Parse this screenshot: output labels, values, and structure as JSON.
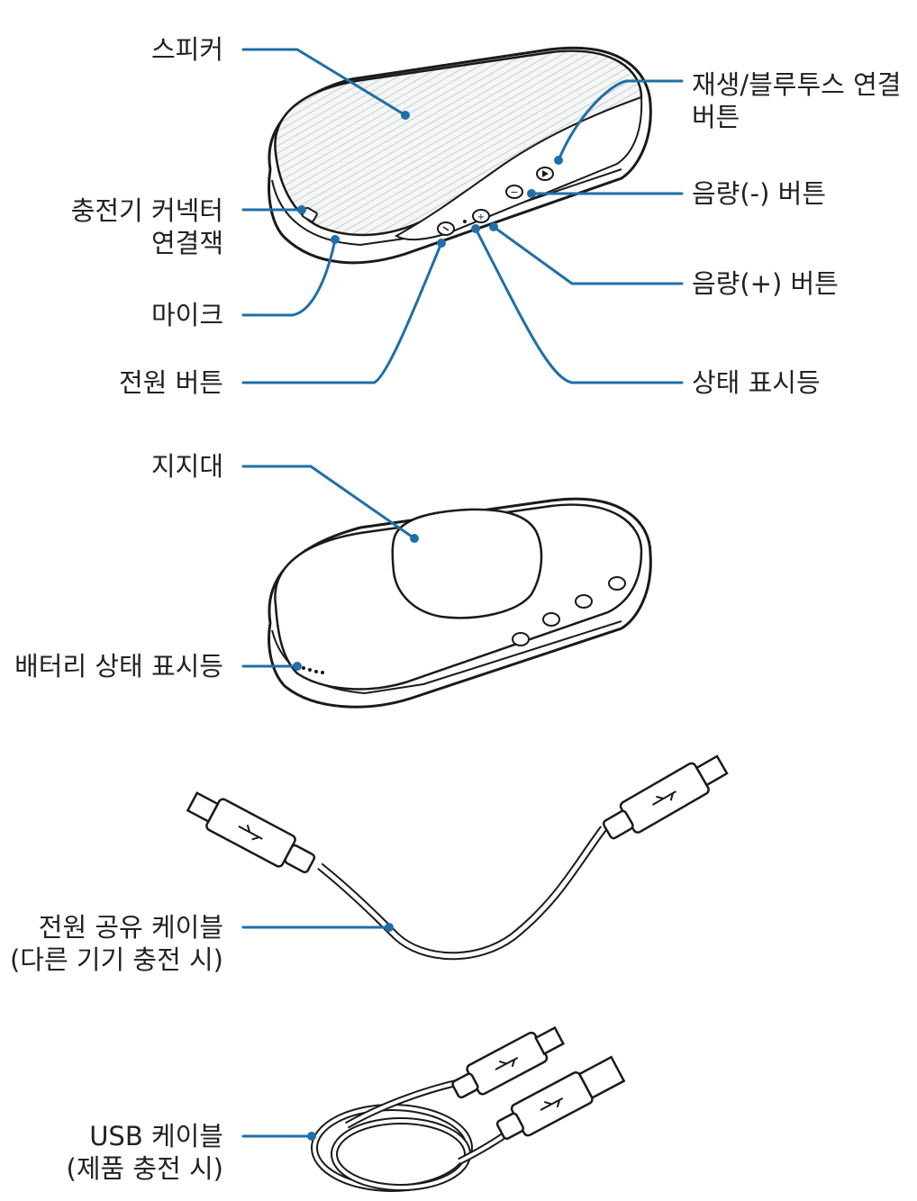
{
  "colors": {
    "leader": "#1f6fa8",
    "outline": "#1a1a1a",
    "text": "#222222"
  },
  "labels": {
    "speaker": [
      "스피커"
    ],
    "play_bluetooth": [
      "재생/블루투스 연결",
      "버튼"
    ],
    "charger_jack": [
      "충전기 커넥터",
      "연결잭"
    ],
    "volume_down": [
      "음량(-) 버튼"
    ],
    "volume_up": [
      "음량(+) 버튼"
    ],
    "mic": [
      "마이크"
    ],
    "power_button": [
      "전원 버튼"
    ],
    "status_led": [
      "상태 표시등"
    ],
    "stand": [
      "지지대"
    ],
    "battery_led": [
      "배터리 상태 표시등"
    ],
    "share_cable": [
      "전원 공유 케이블",
      "(다른 기기 충전 시)"
    ],
    "usb_cable": [
      "USB 케이블",
      "(제품 충전 시)"
    ]
  }
}
